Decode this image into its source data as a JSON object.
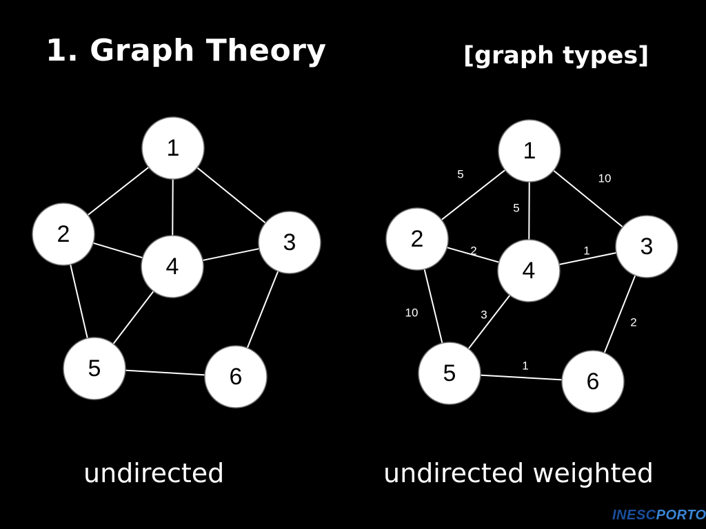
{
  "slide": {
    "title": "1. Graph Theory",
    "tag": "[graph types]"
  },
  "graphs": [
    {
      "caption": "undirected",
      "nodes": [
        "1",
        "2",
        "3",
        "4",
        "5",
        "6"
      ],
      "edges": [
        {
          "from": "1",
          "to": "2"
        },
        {
          "from": "1",
          "to": "4"
        },
        {
          "from": "1",
          "to": "3"
        },
        {
          "from": "2",
          "to": "4"
        },
        {
          "from": "4",
          "to": "3"
        },
        {
          "from": "2",
          "to": "5"
        },
        {
          "from": "4",
          "to": "5"
        },
        {
          "from": "3",
          "to": "6"
        },
        {
          "from": "5",
          "to": "6"
        }
      ]
    },
    {
      "caption": "undirected weighted",
      "nodes": [
        "1",
        "2",
        "3",
        "4",
        "5",
        "6"
      ],
      "edges": [
        {
          "from": "1",
          "to": "2",
          "weight": "5"
        },
        {
          "from": "1",
          "to": "4",
          "weight": "5"
        },
        {
          "from": "1",
          "to": "3",
          "weight": "10"
        },
        {
          "from": "2",
          "to": "4",
          "weight": "2"
        },
        {
          "from": "4",
          "to": "3",
          "weight": "1"
        },
        {
          "from": "2",
          "to": "5",
          "weight": "10"
        },
        {
          "from": "4",
          "to": "5",
          "weight": "3"
        },
        {
          "from": "3",
          "to": "6",
          "weight": "2"
        },
        {
          "from": "5",
          "to": "6",
          "weight": "1"
        }
      ]
    }
  ],
  "logo": {
    "part1": "INESC",
    "part2": "PORTO"
  },
  "colors": {
    "background": "#000000",
    "foreground": "#ffffff",
    "node_fill": "#ffffff",
    "node_text": "#000000",
    "logo_dark": "#1a4f9c",
    "logo_light": "#3a86d6"
  }
}
